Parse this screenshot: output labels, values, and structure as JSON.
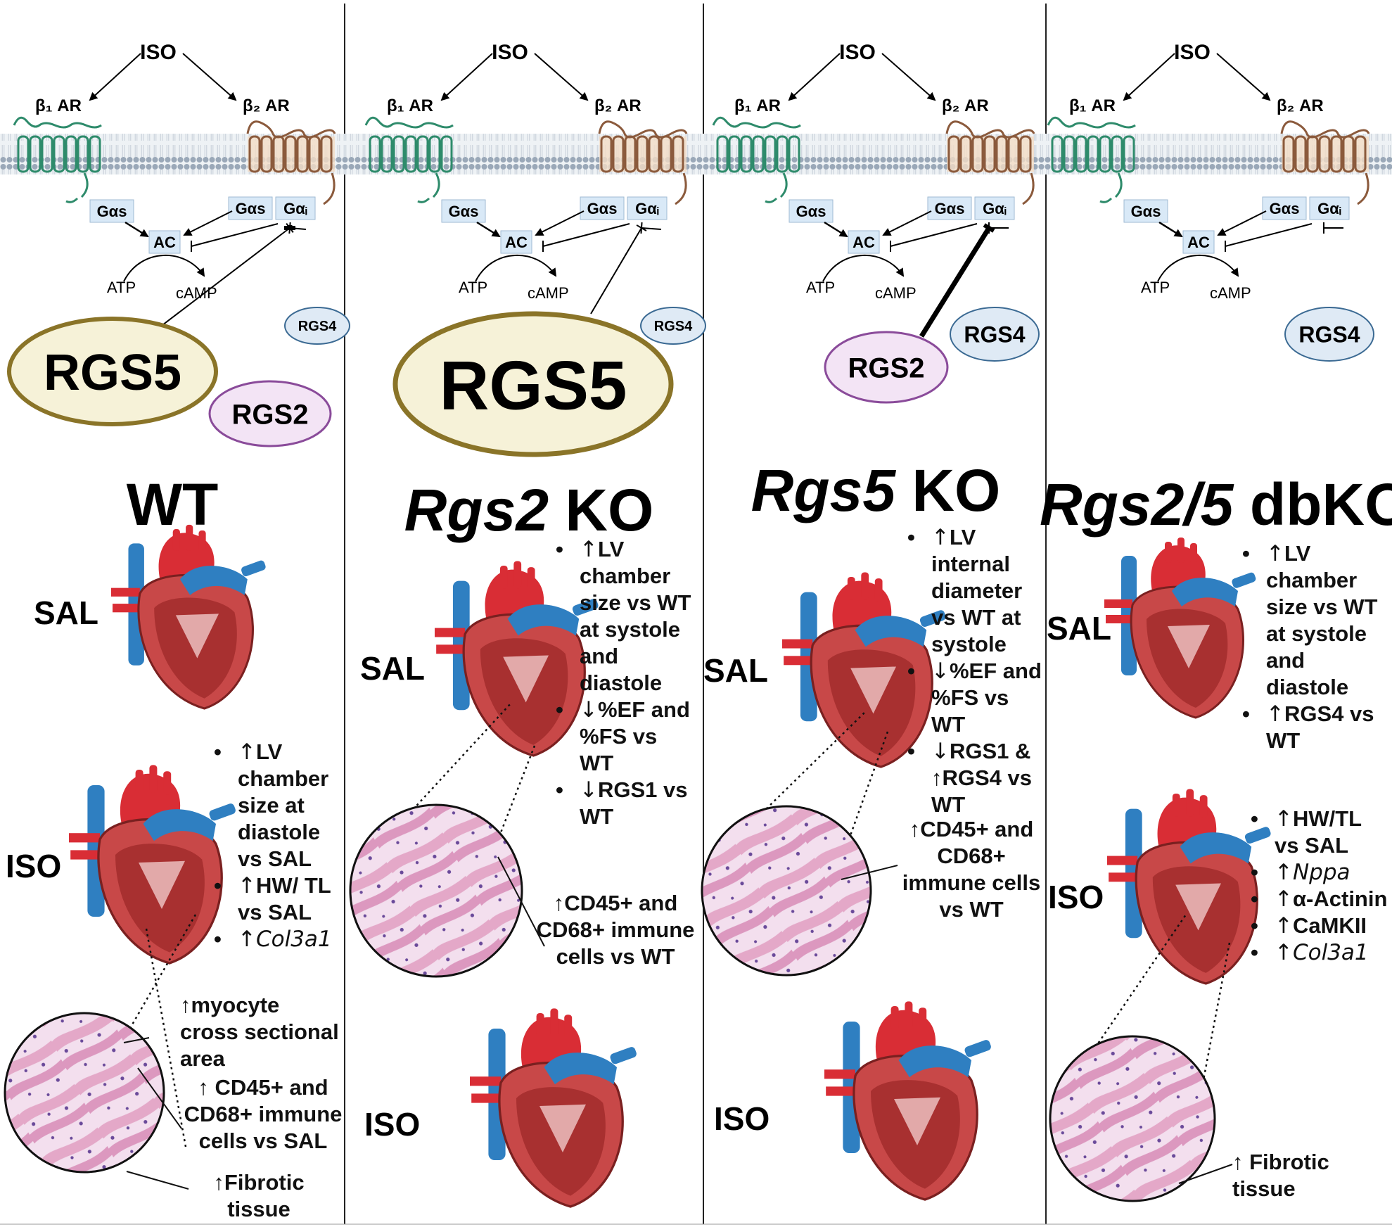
{
  "ligand": "ISO",
  "receptors": {
    "b1": "β₁ AR",
    "b2": "β₂ AR"
  },
  "signaling": {
    "gas": "Gαs",
    "gai": "Gαᵢ",
    "ac": "AC",
    "atp": "ATP",
    "camp": "cAMP"
  },
  "rgs_labels": {
    "rgs5": "RGS5",
    "rgs2": "RGS2",
    "rgs4": "RGS4"
  },
  "panels": [
    {
      "title_italic": "",
      "title_plain": "WT",
      "rgs_shown": [
        "RGS5",
        "RGS2",
        "RGS4"
      ],
      "conditions": [
        "SAL",
        "ISO"
      ],
      "bullets": [
        {
          "arrow": "↑",
          "text": "LV chamber size at diastole vs SAL"
        },
        {
          "arrow": "↑",
          "text": "HW/ TL vs SAL"
        },
        {
          "arrow": "↑",
          "text": "",
          "gene": "Col3a1"
        }
      ],
      "histology_notes": [
        "↑myocyte cross sectional area",
        "↑ CD45+ and CD68+ immune cells vs SAL",
        "↑Fibrotic tissue"
      ]
    },
    {
      "title_italic": "Rgs2",
      "title_plain": "KO",
      "rgs_shown": [
        "RGS5",
        "RGS4"
      ],
      "conditions": [
        "SAL",
        "ISO"
      ],
      "bullets": [
        {
          "arrow": "↑",
          "text": "LV chamber size vs WT at systole and diastole"
        },
        {
          "arrow": "↓",
          "text": "%EF and %FS vs WT"
        },
        {
          "arrow": "↓",
          "text": "RGS1 vs WT"
        }
      ],
      "histology_notes": [
        "↑CD45+ and CD68+ immune cells vs WT"
      ]
    },
    {
      "title_italic": "Rgs5",
      "title_plain": "KO",
      "rgs_shown": [
        "RGS2",
        "RGS4"
      ],
      "conditions": [
        "SAL",
        "ISO"
      ],
      "bullets": [
        {
          "arrow": "↑",
          "text": "LV internal diameter vs WT at systole"
        },
        {
          "arrow": "↓",
          "text": "%EF and %FS vs WT"
        },
        {
          "arrow": "↓",
          "text": "RGS1 & ↑RGS4 vs WT"
        }
      ],
      "histology_notes": [
        "↑CD45+ and CD68+ immune cells vs WT"
      ]
    },
    {
      "title_italic": "Rgs2/5",
      "title_plain": "dbKO",
      "rgs_shown": [
        "RGS4"
      ],
      "conditions": [
        "SAL",
        "ISO"
      ],
      "bullets_sal": [
        {
          "arrow": "↑",
          "text": "LV chamber size vs WT at systole and diastole"
        },
        {
          "arrow": "↑",
          "text": "RGS4 vs WT"
        }
      ],
      "bullets_iso": [
        {
          "arrow": "↑",
          "text": "HW/TL vs SAL"
        },
        {
          "arrow": "↑",
          "text": "",
          "gene": "Nppa"
        },
        {
          "arrow": "↑",
          "text": "α-Actinin"
        },
        {
          "arrow": "↑",
          "text": "CaMKII"
        },
        {
          "arrow": "↑",
          "text": "",
          "gene": "Col3a1"
        }
      ],
      "histology_notes": [
        "↑ Fibrotic tissue"
      ]
    }
  ],
  "colors": {
    "rgs5_fill": "#f6f2d8",
    "rgs5_border": "#8a7428",
    "rgs2_fill": "#f3e4f5",
    "rgs2_border": "#8a4b9a",
    "rgs4_fill": "#dfeaf5",
    "rgs4_border": "#3b6a93",
    "b1_receptor": "#2e8b6b",
    "b2_receptor": "#8b5a3c",
    "membrane": "#9aa8b8"
  }
}
